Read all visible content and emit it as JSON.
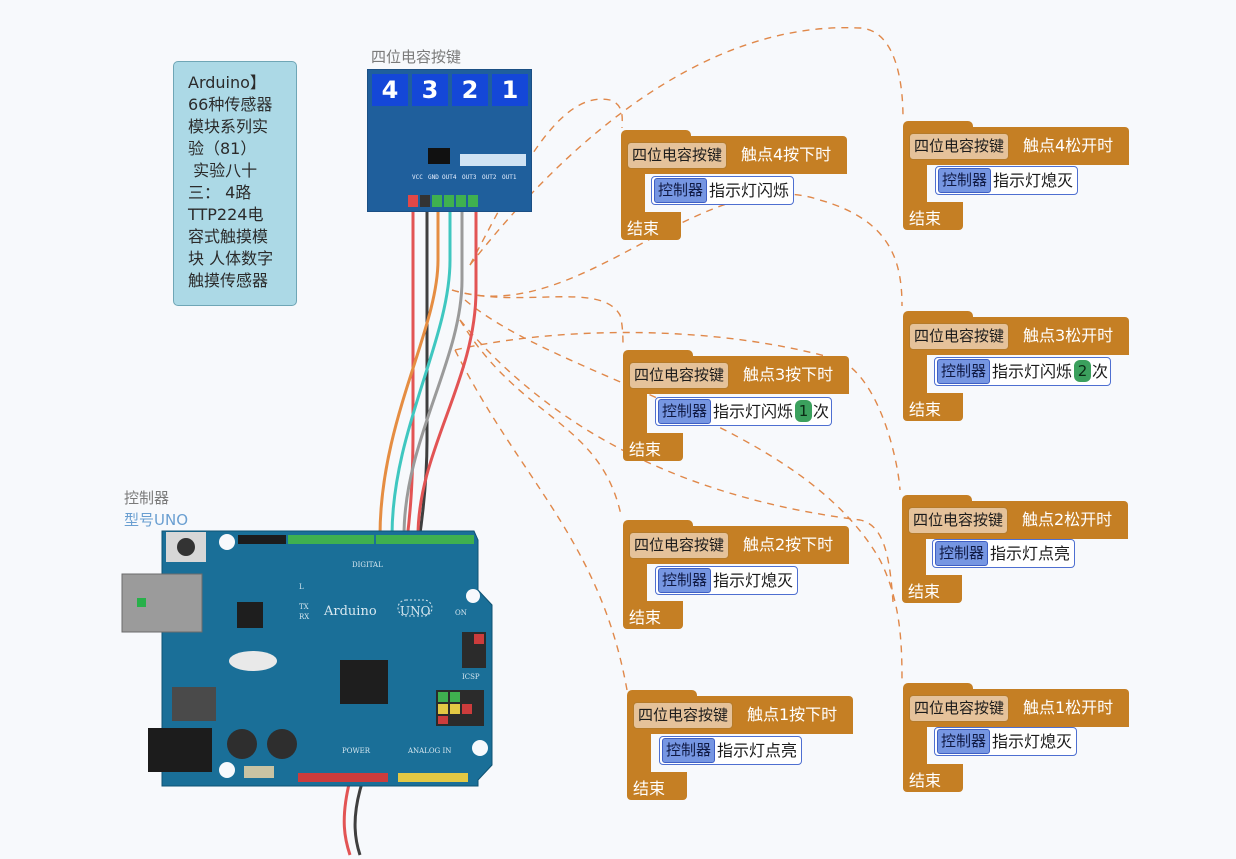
{
  "note": {
    "lines": [
      "Arduino】",
      "66种传感器",
      "模块系列实",
      "验（81）",
      " 实验八十",
      "三： 4路",
      "TTP224电",
      "容式触摸模",
      "块 人体数字",
      "触摸传感器"
    ]
  },
  "module": {
    "title": "四位电容按键",
    "keys": [
      "4",
      "3",
      "2",
      "1"
    ],
    "pins": [
      "VCC",
      "GND",
      "OUT4",
      "OUT3",
      "OUT2",
      "OUT1"
    ]
  },
  "controller": {
    "title": "控制器",
    "model": "型号UNO",
    "board_text": {
      "brand": "Arduino",
      "uno": "UNO",
      "digital": "DIGITAL",
      "power": "POWER",
      "analog": "ANALOG IN",
      "icsp": "ICSP",
      "on": "ON",
      "tx": "TX",
      "rx": "RX",
      "l": "L"
    }
  },
  "blocks": [
    {
      "component": "四位电容按键",
      "event": "触点4按下时",
      "ctrl": "控制器",
      "action": "指示灯闪烁",
      "count": null,
      "unit": null,
      "end": "结束"
    },
    {
      "component": "四位电容按键",
      "event": "触点3按下时",
      "ctrl": "控制器",
      "action": "指示灯闪烁",
      "count": "1",
      "unit": "次",
      "end": "结束"
    },
    {
      "component": "四位电容按键",
      "event": "触点2按下时",
      "ctrl": "控制器",
      "action": "指示灯熄灭",
      "count": null,
      "unit": null,
      "end": "结束"
    },
    {
      "component": "四位电容按键",
      "event": "触点1按下时",
      "ctrl": "控制器",
      "action": "指示灯点亮",
      "count": null,
      "unit": null,
      "end": "结束"
    },
    {
      "component": "四位电容按键",
      "event": "触点4松开时",
      "ctrl": "控制器",
      "action": "指示灯熄灭",
      "count": null,
      "unit": null,
      "end": "结束"
    },
    {
      "component": "四位电容按键",
      "event": "触点3松开时",
      "ctrl": "控制器",
      "action": "指示灯闪烁",
      "count": "2",
      "unit": "次",
      "end": "结束"
    },
    {
      "component": "四位电容按键",
      "event": "触点2松开时",
      "ctrl": "控制器",
      "action": "指示灯点亮",
      "count": null,
      "unit": null,
      "end": "结束"
    },
    {
      "component": "四位电容按键",
      "event": "触点1松开时",
      "ctrl": "控制器",
      "action": "指示灯熄灭",
      "count": null,
      "unit": null,
      "end": "结束"
    }
  ],
  "colors": {
    "event_block": "#c57f24",
    "component_chip": "#e5c29a",
    "controller_chip": "#7696e2",
    "action_border": "#4e6fd1",
    "count_chip": "#3ba05d",
    "board": "#1a6f98",
    "module": "#1f5f9c",
    "note": "#acd9e6",
    "wire_red": "#e25454",
    "wire_black": "#3f3f3f",
    "wire_orange": "#e58d42",
    "wire_teal": "#3fc7c0",
    "wire_gray": "#9a9a9a",
    "dashed_link": "#e0884a"
  }
}
